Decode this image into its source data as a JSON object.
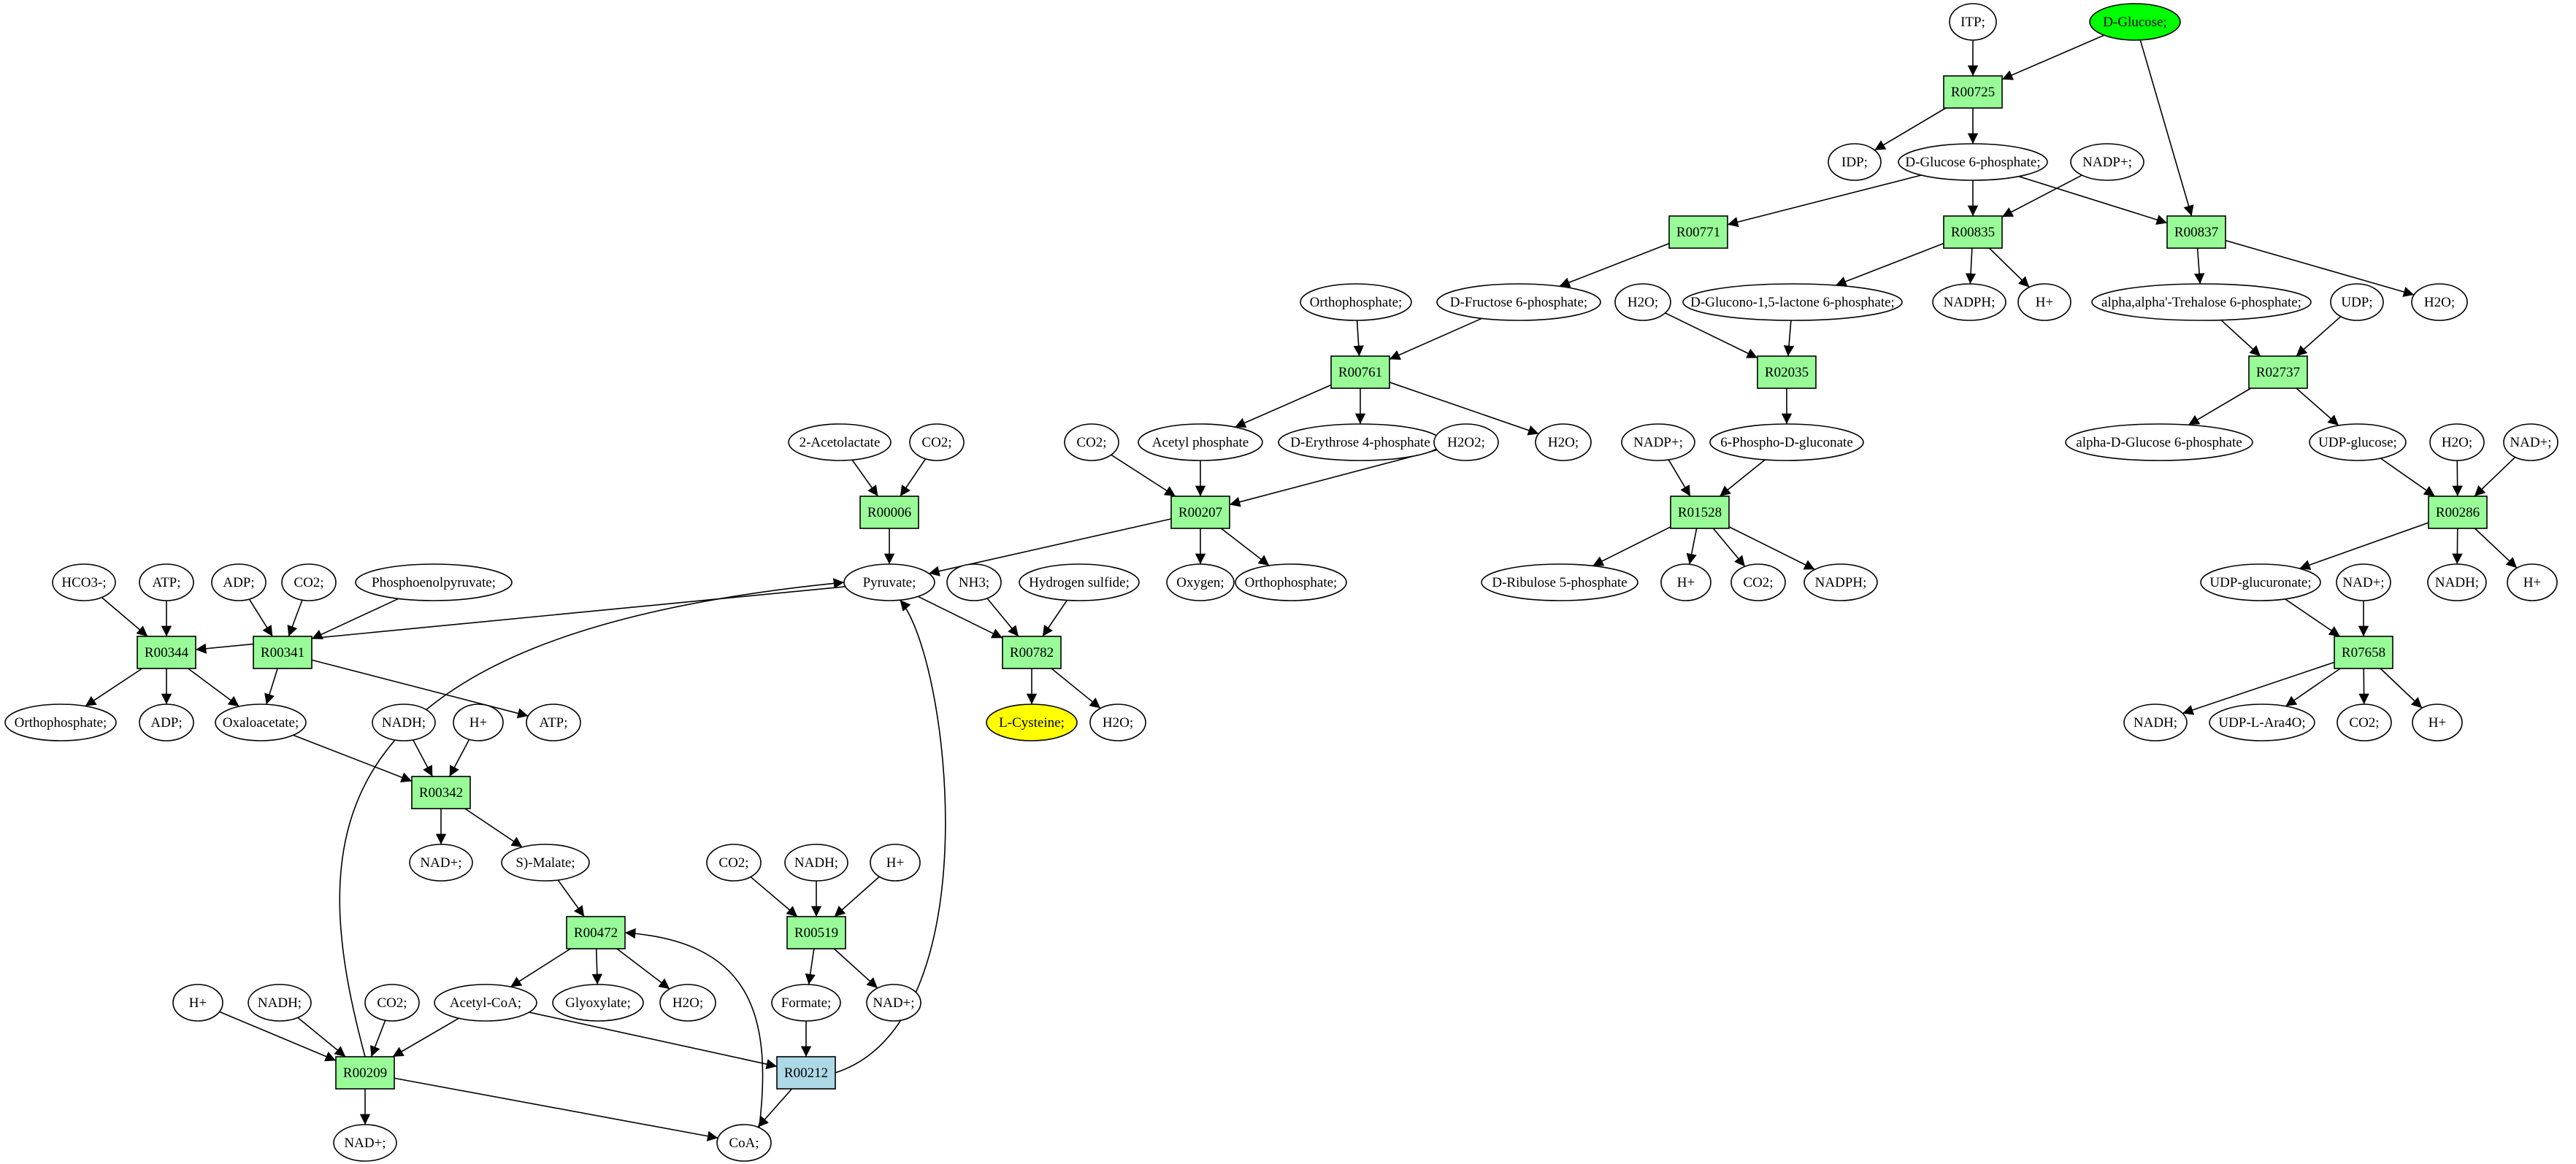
{
  "colors": {
    "reaction": "#98fb98",
    "reaction_alt": "#add8e6",
    "start": "#00ff00",
    "target": "#ffff00",
    "compound": "#ffffff",
    "edge": "#000000"
  },
  "nodes": [
    {
      "id": "itp",
      "label": "ITP;",
      "kind": "compound"
    },
    {
      "id": "dglucose",
      "label": "D-Glucose;",
      "kind": "start"
    },
    {
      "id": "R00725",
      "label": "R00725",
      "kind": "reaction"
    },
    {
      "id": "idp",
      "label": "IDP;",
      "kind": "compound"
    },
    {
      "id": "g6p",
      "label": "D-Glucose 6-phosphate;",
      "kind": "compound"
    },
    {
      "id": "nadpp1",
      "label": "NADP+;",
      "kind": "compound"
    },
    {
      "id": "R00771",
      "label": "R00771",
      "kind": "reaction"
    },
    {
      "id": "R00835",
      "label": "R00835",
      "kind": "reaction"
    },
    {
      "id": "R00837",
      "label": "R00837",
      "kind": "reaction"
    },
    {
      "id": "ortho1",
      "label": "Orthophosphate;",
      "kind": "compound"
    },
    {
      "id": "f6p",
      "label": "D-Fructose 6-phosphate;",
      "kind": "compound"
    },
    {
      "id": "h2o1",
      "label": "H2O;",
      "kind": "compound"
    },
    {
      "id": "glucono",
      "label": "D-Glucono-1,5-lactone 6-phosphate;",
      "kind": "compound"
    },
    {
      "id": "nadph1",
      "label": "NADPH;",
      "kind": "compound"
    },
    {
      "id": "hplus1",
      "label": "H+",
      "kind": "compound"
    },
    {
      "id": "trehalose",
      "label": "alpha,alpha'-Trehalose 6-phosphate;",
      "kind": "compound"
    },
    {
      "id": "udp",
      "label": "UDP;",
      "kind": "compound"
    },
    {
      "id": "h2o2",
      "label": "H2O;",
      "kind": "compound"
    },
    {
      "id": "R00761",
      "label": "R00761",
      "kind": "reaction"
    },
    {
      "id": "R02035",
      "label": "R02035",
      "kind": "reaction"
    },
    {
      "id": "R02737",
      "label": "R02737",
      "kind": "reaction"
    },
    {
      "id": "acetolactate",
      "label": "2-Acetolactate",
      "kind": "compound"
    },
    {
      "id": "co2a",
      "label": "CO2;",
      "kind": "compound"
    },
    {
      "id": "co2b",
      "label": "CO2;",
      "kind": "compound"
    },
    {
      "id": "acetylp",
      "label": "Acetyl phosphate",
      "kind": "compound"
    },
    {
      "id": "e4p",
      "label": "D-Erythrose 4-phosphate",
      "kind": "compound"
    },
    {
      "id": "h2o2x",
      "label": "H2O2;",
      "kind": "compound"
    },
    {
      "id": "h2o3",
      "label": "H2O;",
      "kind": "compound"
    },
    {
      "id": "nadpp2",
      "label": "NADP+;",
      "kind": "compound"
    },
    {
      "id": "phosphogluconate",
      "label": "6-Phospho-D-gluconate",
      "kind": "compound"
    },
    {
      "id": "ag1p",
      "label": "alpha-D-Glucose 6-phosphate",
      "kind": "compound"
    },
    {
      "id": "udpglucose",
      "label": "UDP-glucose;",
      "kind": "compound"
    },
    {
      "id": "h2o4",
      "label": "H2O;",
      "kind": "compound"
    },
    {
      "id": "nadp3",
      "label": "NAD+;",
      "kind": "compound"
    },
    {
      "id": "R00006",
      "label": "R00006",
      "kind": "reaction"
    },
    {
      "id": "R00207",
      "label": "R00207",
      "kind": "reaction"
    },
    {
      "id": "R01528",
      "label": "R01528",
      "kind": "reaction"
    },
    {
      "id": "R00286",
      "label": "R00286",
      "kind": "reaction"
    },
    {
      "id": "hco3",
      "label": "HCO3-;",
      "kind": "compound"
    },
    {
      "id": "atp1",
      "label": "ATP;",
      "kind": "compound"
    },
    {
      "id": "adp1",
      "label": "ADP;",
      "kind": "compound"
    },
    {
      "id": "co2c",
      "label": "CO2;",
      "kind": "compound"
    },
    {
      "id": "pep",
      "label": "Phosphoenolpyruvate;",
      "kind": "compound"
    },
    {
      "id": "pyruvate",
      "label": "Pyruvate;",
      "kind": "compound"
    },
    {
      "id": "nh3",
      "label": "NH3;",
      "kind": "compound"
    },
    {
      "id": "h2s",
      "label": "Hydrogen sulfide;",
      "kind": "compound"
    },
    {
      "id": "oxygen",
      "label": "Oxygen;",
      "kind": "compound"
    },
    {
      "id": "ortho2",
      "label": "Orthophosphate;",
      "kind": "compound"
    },
    {
      "id": "ribulose",
      "label": "D-Ribulose 5-phosphate",
      "kind": "compound"
    },
    {
      "id": "hplus2",
      "label": "H+",
      "kind": "compound"
    },
    {
      "id": "co2d",
      "label": "CO2;",
      "kind": "compound"
    },
    {
      "id": "nadph2",
      "label": "NADPH;",
      "kind": "compound"
    },
    {
      "id": "udpglucuronate",
      "label": "UDP-glucuronate;",
      "kind": "compound"
    },
    {
      "id": "nadh1",
      "label": "NADH;",
      "kind": "compound"
    },
    {
      "id": "hplus3",
      "label": "H+",
      "kind": "compound"
    },
    {
      "id": "nadp4",
      "label": "NAD+;",
      "kind": "compound"
    },
    {
      "id": "R00344",
      "label": "R00344",
      "kind": "reaction"
    },
    {
      "id": "R00341",
      "label": "R00341",
      "kind": "reaction"
    },
    {
      "id": "R00782",
      "label": "R00782",
      "kind": "reaction"
    },
    {
      "id": "R07658",
      "label": "R07658",
      "kind": "reaction"
    },
    {
      "id": "ortho3",
      "label": "Orthophosphate;",
      "kind": "compound"
    },
    {
      "id": "adp2",
      "label": "ADP;",
      "kind": "compound"
    },
    {
      "id": "oxaloacetate",
      "label": "Oxaloacetate;",
      "kind": "compound"
    },
    {
      "id": "atp2",
      "label": "ATP;",
      "kind": "compound"
    },
    {
      "id": "cysteine",
      "label": "L-Cysteine;",
      "kind": "target"
    },
    {
      "id": "h2o5",
      "label": "H2O;",
      "kind": "compound"
    },
    {
      "id": "nadh2",
      "label": "NADH;",
      "kind": "compound"
    },
    {
      "id": "udparaf",
      "label": "UDP-L-Ara4O;",
      "kind": "compound"
    },
    {
      "id": "co2e",
      "label": "CO2;",
      "kind": "compound"
    },
    {
      "id": "hplus4",
      "label": "H+",
      "kind": "compound"
    },
    {
      "id": "nadh3",
      "label": "NADH;",
      "kind": "compound"
    },
    {
      "id": "hplus5",
      "label": "H+",
      "kind": "compound"
    },
    {
      "id": "R00342",
      "label": "R00342",
      "kind": "reaction"
    },
    {
      "id": "nad5",
      "label": "NAD+;",
      "kind": "compound"
    },
    {
      "id": "smalate",
      "label": "S)-Malate;",
      "kind": "compound"
    },
    {
      "id": "co2f",
      "label": "CO2;",
      "kind": "compound"
    },
    {
      "id": "nadh4",
      "label": "NADH;",
      "kind": "compound"
    },
    {
      "id": "hplus6",
      "label": "H+",
      "kind": "compound"
    },
    {
      "id": "R00472",
      "label": "R00472",
      "kind": "reaction"
    },
    {
      "id": "R00519",
      "label": "R00519",
      "kind": "reaction"
    },
    {
      "id": "hplus7",
      "label": "H+",
      "kind": "compound"
    },
    {
      "id": "nadh5",
      "label": "NADH;",
      "kind": "compound"
    },
    {
      "id": "co2g",
      "label": "CO2;",
      "kind": "compound"
    },
    {
      "id": "acetylcoa",
      "label": "Acetyl-CoA;",
      "kind": "compound"
    },
    {
      "id": "glyoxylate",
      "label": "Glyoxylate;",
      "kind": "compound"
    },
    {
      "id": "h2o6",
      "label": "H2O;",
      "kind": "compound"
    },
    {
      "id": "formate",
      "label": "Formate;",
      "kind": "compound"
    },
    {
      "id": "nad6",
      "label": "NAD+;",
      "kind": "compound"
    },
    {
      "id": "R00209",
      "label": "R00209",
      "kind": "reaction"
    },
    {
      "id": "R00212",
      "label": "R00212",
      "kind": "reaction_alt"
    },
    {
      "id": "nad7",
      "label": "NAD+;",
      "kind": "compound"
    },
    {
      "id": "coa",
      "label": "CoA;",
      "kind": "compound"
    }
  ]
}
